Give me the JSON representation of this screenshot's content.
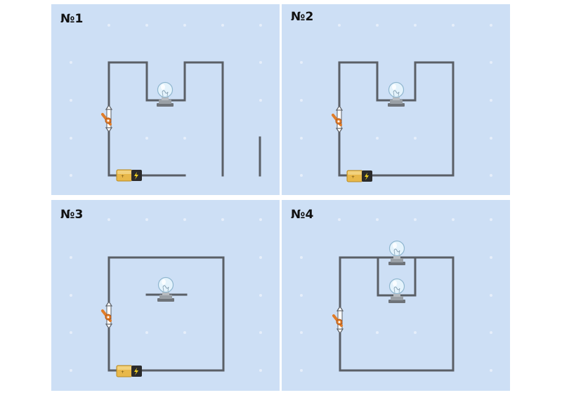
{
  "panels": [
    {
      "id": "1",
      "label": "№1",
      "battery": true,
      "switch": true,
      "bulbs": 1
    },
    {
      "id": "2",
      "label": "№2",
      "battery": true,
      "switch": true,
      "bulbs": 1
    },
    {
      "id": "3",
      "label": "№3",
      "battery": true,
      "switch": true,
      "bulbs": 1
    },
    {
      "id": "4",
      "label": "№4",
      "battery": false,
      "switch": true,
      "bulbs": 2
    }
  ],
  "colors": {
    "panel_background": "#cddff5",
    "wire": "#5a5f66",
    "battery_body": "#e8b84a",
    "battery_cap": "#2b2b2b",
    "switch_lever": "#e07d2a",
    "bulb_glass": "#dff0fb"
  },
  "icons": [
    "battery-icon",
    "lightbulb-icon",
    "knife-switch-icon"
  ]
}
